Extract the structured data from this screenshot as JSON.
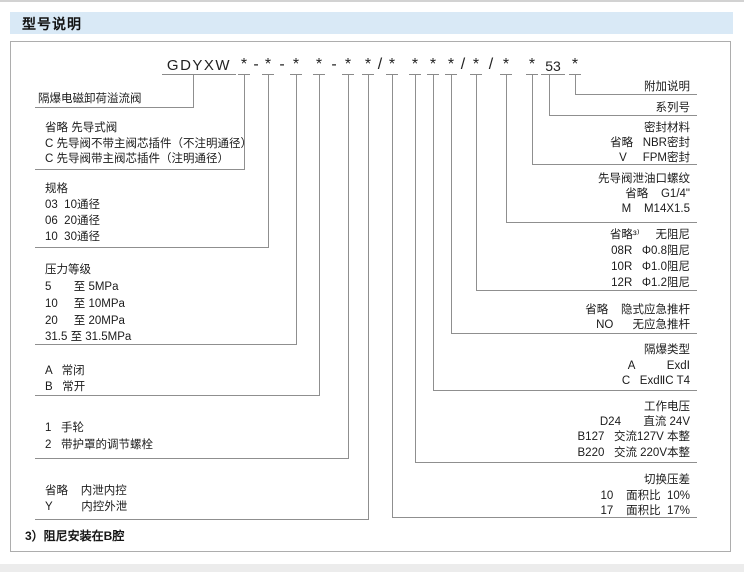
{
  "header": {
    "title": "型号说明"
  },
  "code": {
    "prefix": "GDYXW",
    "tokens": [
      "*",
      "-",
      "*",
      "-",
      "*",
      "*",
      "-",
      "*",
      "*",
      "/",
      "*",
      "*",
      "*",
      "*",
      "/",
      "*",
      "/",
      "*",
      "*",
      "53",
      "*"
    ]
  },
  "left": {
    "valve_name": "隔爆电磁卸荷溢流阀",
    "pilot": [
      "省略 先导式阀",
      "C 先导阀不带主阀芯插件（不注明通径）",
      "C 先导阀带主阀芯插件（注明通径）"
    ],
    "spec": [
      "规格",
      "03  10通径",
      "06  20通径",
      "10  30通径"
    ],
    "pressure": [
      "压力等级",
      "5       至 5MPa",
      "10     至 10MPa",
      "20     至 20MPa",
      "31.5 至 31.5MPa"
    ],
    "normal_state": [
      "A   常闭",
      "B   常开"
    ],
    "adjustment": [
      "1   手轮",
      "2   带护罩的调节螺栓"
    ],
    "drain_control": [
      "省略    内泄内控",
      "Y         内控外泄"
    ],
    "footnote": "3）阻尼安装在B腔"
  },
  "right": {
    "additional": [
      "附加说明"
    ],
    "series": [
      "系列号"
    ],
    "seal": [
      "密封材料",
      "省略   NBR密封",
      "V     FPM密封"
    ],
    "thread": [
      "先导阀泄油口螺纹",
      "省略    G1/4\"",
      "M    M14X1.5"
    ],
    "damping": [
      "省略³⁾     无阻尼",
      "08R   Φ0.8阻尼",
      "10R   Φ1.0阻尼",
      "12R   Φ1.2阻尼"
    ],
    "push_rod": [
      "省略    隐式应急推杆",
      "NO      无应急推杆"
    ],
    "explosion_type": [
      "隔爆类型",
      "A          ExdⅠ",
      "C   ExdⅡC T4"
    ],
    "voltage": [
      "工作电压",
      "D24       直流 24V",
      "B127   交流127V 本整",
      "B220   交流 220V本整"
    ],
    "pressure_diff": [
      "切换压差",
      "10    面积比  10%",
      "17    面积比  17%"
    ]
  }
}
